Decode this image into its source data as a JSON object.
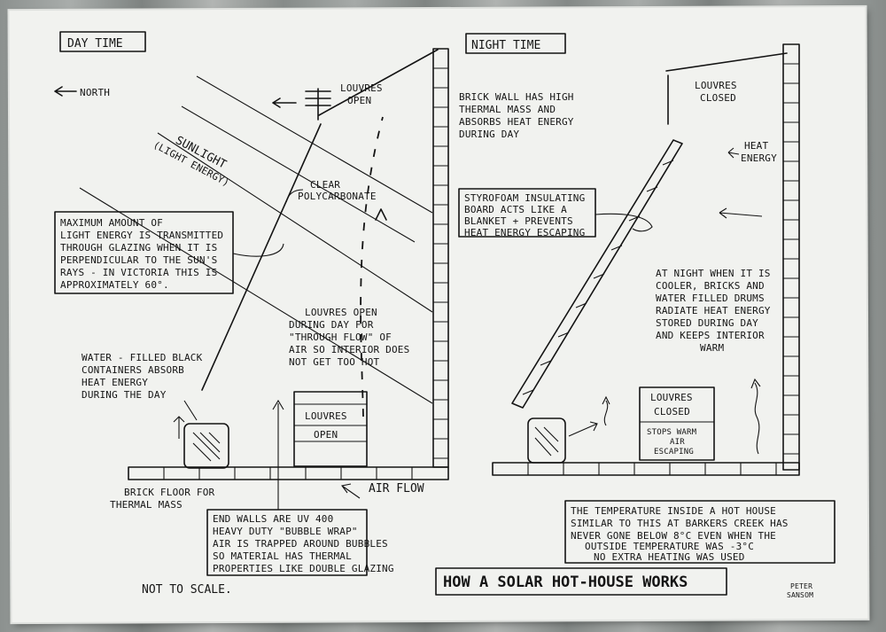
{
  "day": {
    "heading": "DAY TIME",
    "north": "NORTH",
    "louvres_top": [
      "LOUVRES",
      "OPEN"
    ],
    "sunlight": [
      "SUNLIGHT",
      "(LIGHT ENERGY)"
    ],
    "clear_panel": [
      "CLEAR",
      "POLYCARBONATE"
    ],
    "brick_wall": [
      "BRICK WALL HAS HIGH",
      "THERMAL MASS AND",
      "ABSORBS HEAT ENERGY",
      "DURING DAY"
    ],
    "max_light": [
      "MAXIMUM AMOUNT OF",
      "LIGHT ENERGY IS TRANSMITTED",
      "THROUGH GLAZING WHEN IT IS",
      "PERPENDICULAR TO THE SUN'S",
      "RAYS - IN VICTORIA THIS IS",
      "APPROXIMATELY 60°."
    ],
    "louvres_low_note": [
      "LOUVRES OPEN",
      "DURING DAY FOR",
      "\"THROUGH FLOW\" OF",
      "AIR SO INTERIOR DOES",
      "NOT GET TOO HOT"
    ],
    "water_containers": [
      "WATER - FILLED BLACK",
      "CONTAINERS ABSORB",
      "HEAT ENERGY",
      "DURING THE DAY"
    ],
    "louvre_box": [
      "LOUVRES",
      "OPEN"
    ],
    "brick_floor": [
      "BRICK FLOOR FOR",
      "THERMAL MASS"
    ],
    "air_flow": "AIR FLOW",
    "end_walls": [
      "END WALLS ARE UV 400",
      "HEAVY DUTY \"BUBBLE WRAP\"",
      "AIR IS TRAPPED AROUND BUBBLES",
      "SO MATERIAL HAS THERMAL",
      "PROPERTIES LIKE DOUBLE GLAZING"
    ],
    "scale": "NOT TO SCALE."
  },
  "night": {
    "heading": "NIGHT TIME",
    "louvres_top": [
      "LOUVRES",
      "CLOSED"
    ],
    "heat_energy": [
      "HEAT",
      "ENERGY"
    ],
    "styrofoam": [
      "STYROFOAM INSULATING",
      "BOARD ACTS LIKE A",
      "BLANKET + PREVENTS",
      "HEAT ENERGY ESCAPING"
    ],
    "night_note": [
      "AT NIGHT WHEN IT IS",
      "COOLER, BRICKS AND",
      "WATER FILLED DRUMS",
      "RADIATE HEAT ENERGY",
      "STORED DURING DAY",
      "AND KEEPS INTERIOR",
      "WARM"
    ],
    "louvre_box": [
      "LOUVRES",
      "CLOSED",
      "STOPS WARM",
      "AIR",
      "ESCAPING"
    ],
    "temperature": [
      "THE TEMPERATURE INSIDE A HOT HOUSE",
      "SIMILAR TO THIS AT BARKERS CREEK HAS",
      "NEVER GONE BELOW 8°C EVEN WHEN THE",
      "OUTSIDE TEMPERATURE WAS -3°C",
      "NO EXTRA HEATING WAS USED"
    ]
  },
  "footer": {
    "title": "HOW A SOLAR HOT-HOUSE WORKS",
    "signature": [
      "PETER",
      "SANSOM"
    ]
  }
}
